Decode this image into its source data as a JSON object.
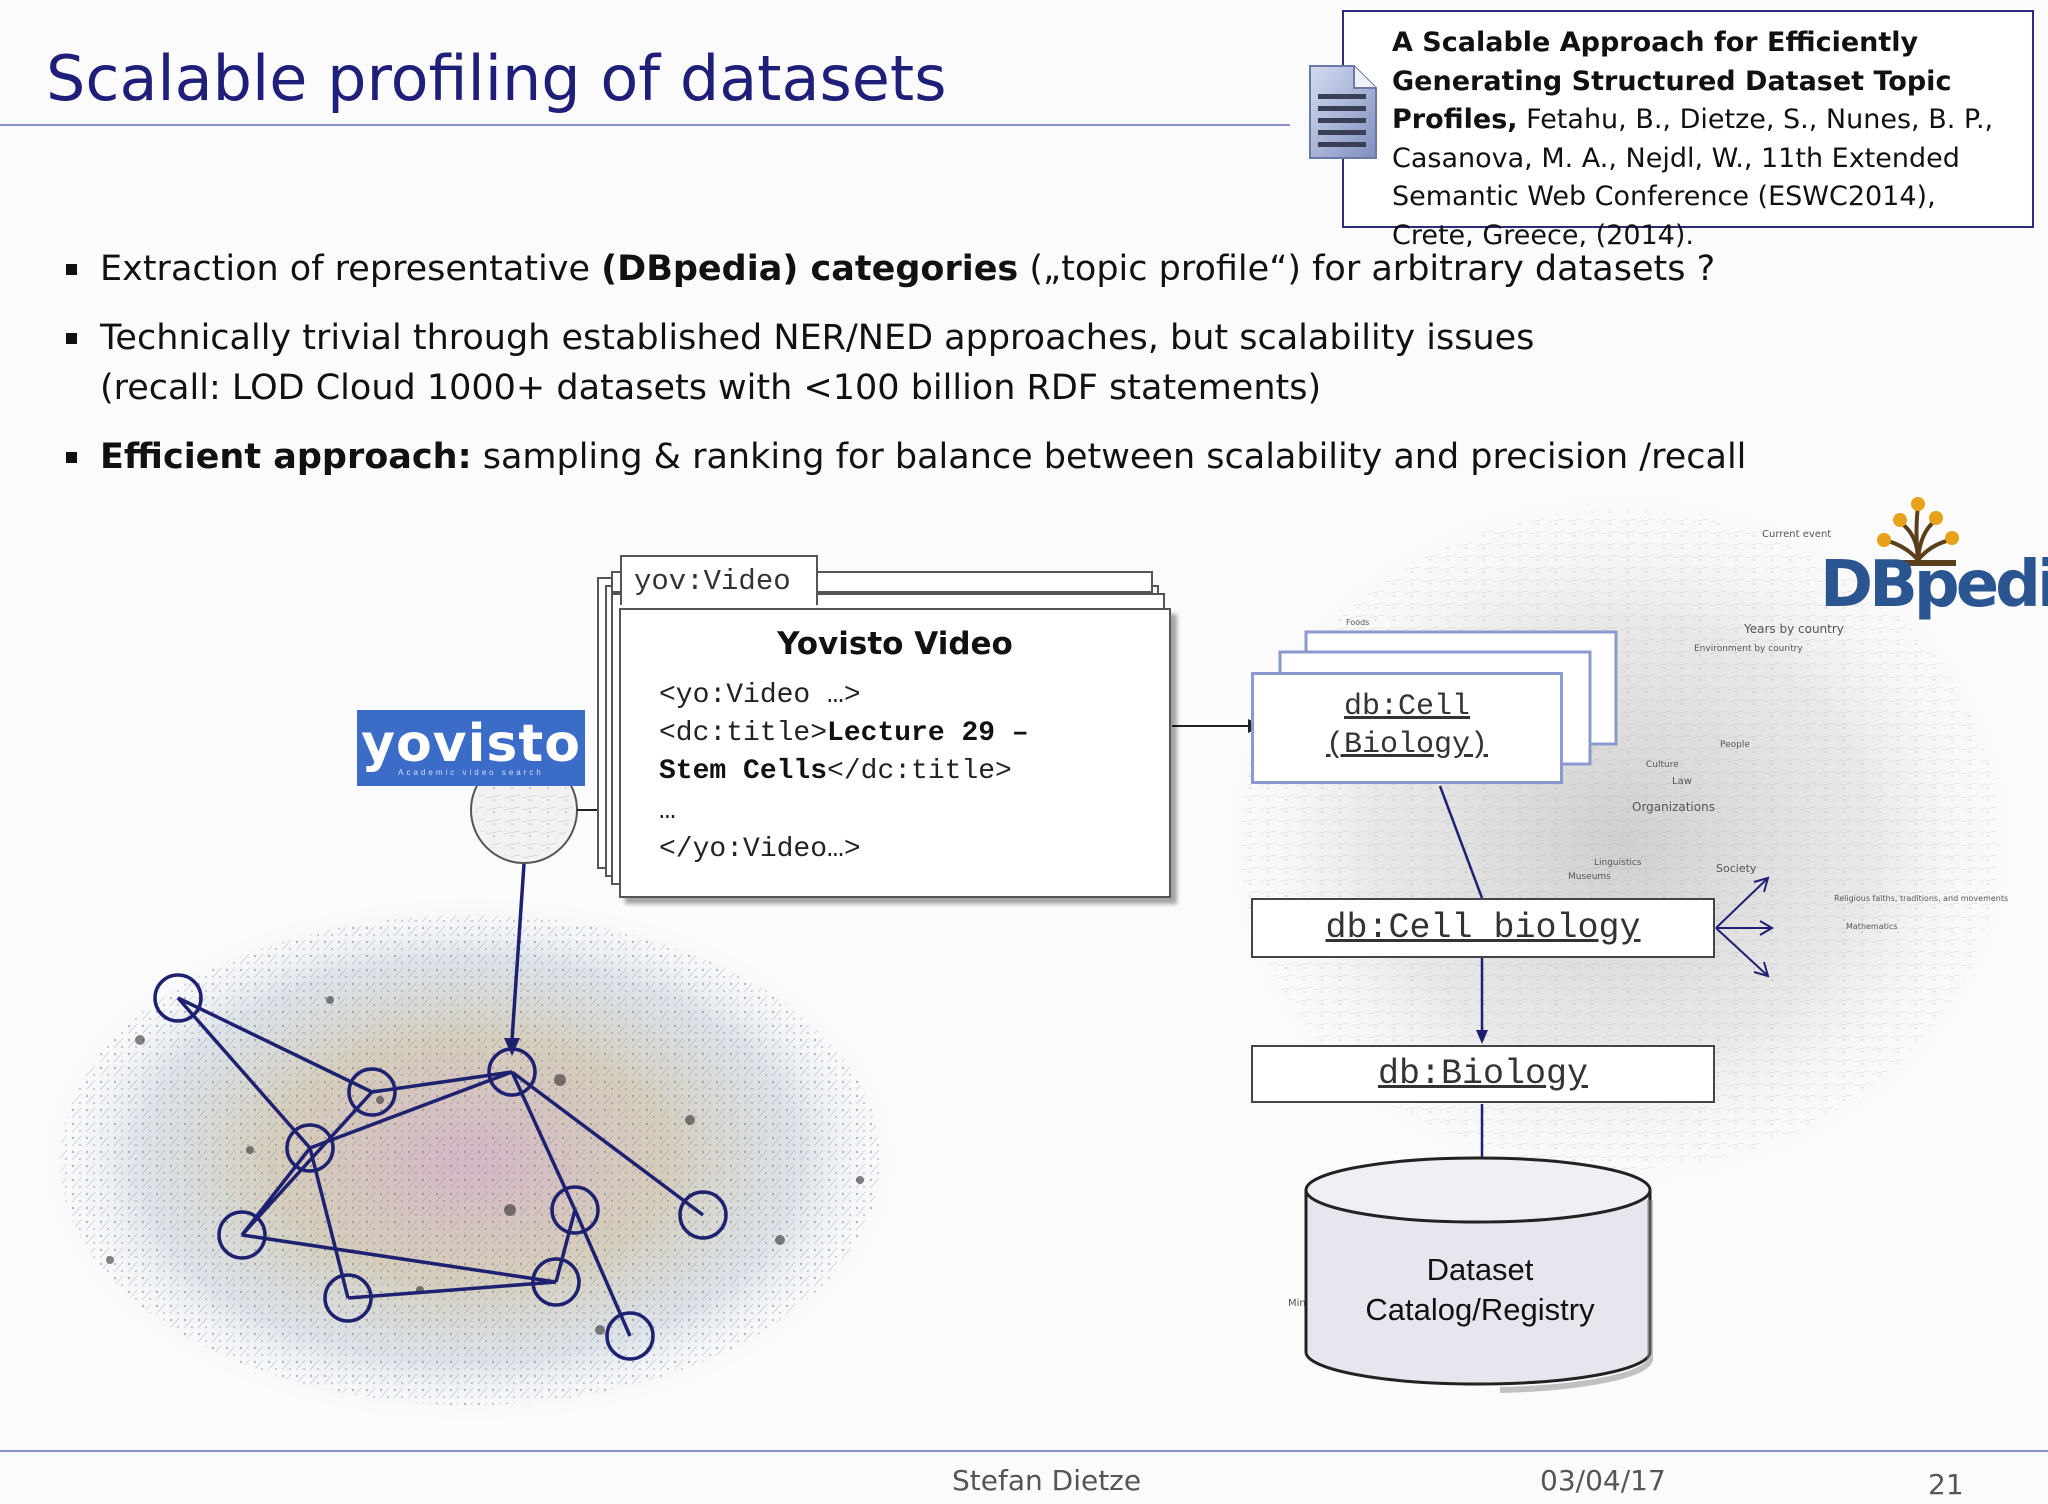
{
  "slide": {
    "title": "Scalable profiling of datasets",
    "reference": {
      "bold_part": "A Scalable Approach for Efficiently Generating Structured Dataset Topic Profiles,",
      "rest": " Fetahu, B., Dietze, S., Nunes, B. P., Casanova, M. A.,  Nejdl, W., 11th Extended Semantic Web Conference (ESWC2014), Crete, Greece, (2014)."
    },
    "bullets": [
      {
        "pre": "Extraction of representative ",
        "bold": "(DBpedia) categories",
        "post": " („topic profile“) for arbitrary datasets ?"
      },
      {
        "line1": "Technically trivial through established NER/NED approaches, but scalability issues",
        "line2": "(recall: LOD Cloud 1000+ datasets with <100 billion RDF statements)"
      },
      {
        "bold": "Efficient approach:",
        "post": " sampling & ranking for balance between scalability and precision /recall"
      }
    ],
    "diagram": {
      "yovisto_logo": {
        "name": "yovisto",
        "tagline": "Academic video search"
      },
      "video_tab": "yov:Video",
      "video_heading": "Yovisto Video",
      "code": {
        "l1": "<yo:Video …>",
        "l2a": "<dc:title>",
        "l2b": "Lecture 29 –",
        "l3a": "Stem Cells",
        "l3b": "</dc:title>",
        "l4": "…",
        "l5": "</yo:Video…>"
      },
      "category_card": {
        "line1": "db:Cell",
        "line2": "(Biology)"
      },
      "cell_biology": "db:Cell biology",
      "biology": "db:Biology",
      "catalog": {
        "line1": "Dataset",
        "line2": "Catalog/Registry"
      },
      "dbpedia_logo": "DBpedia",
      "graph_labels": {
        "current_event": "Current event",
        "years_by_country": "Years by country",
        "environment_by_country": "Environment by country",
        "people": "People",
        "organizations": "Organizations",
        "society": "Society",
        "religious": "Religious faiths, traditions, and movements",
        "mathematics": "Mathematics",
        "law": "Law",
        "culture": "Culture",
        "linguistics": "Linguistics",
        "museums": "Museums",
        "foods": "Foods",
        "min": "Min"
      }
    },
    "footer": {
      "author": "Stefan Dietze",
      "date": "03/04/17",
      "page": "21"
    }
  }
}
